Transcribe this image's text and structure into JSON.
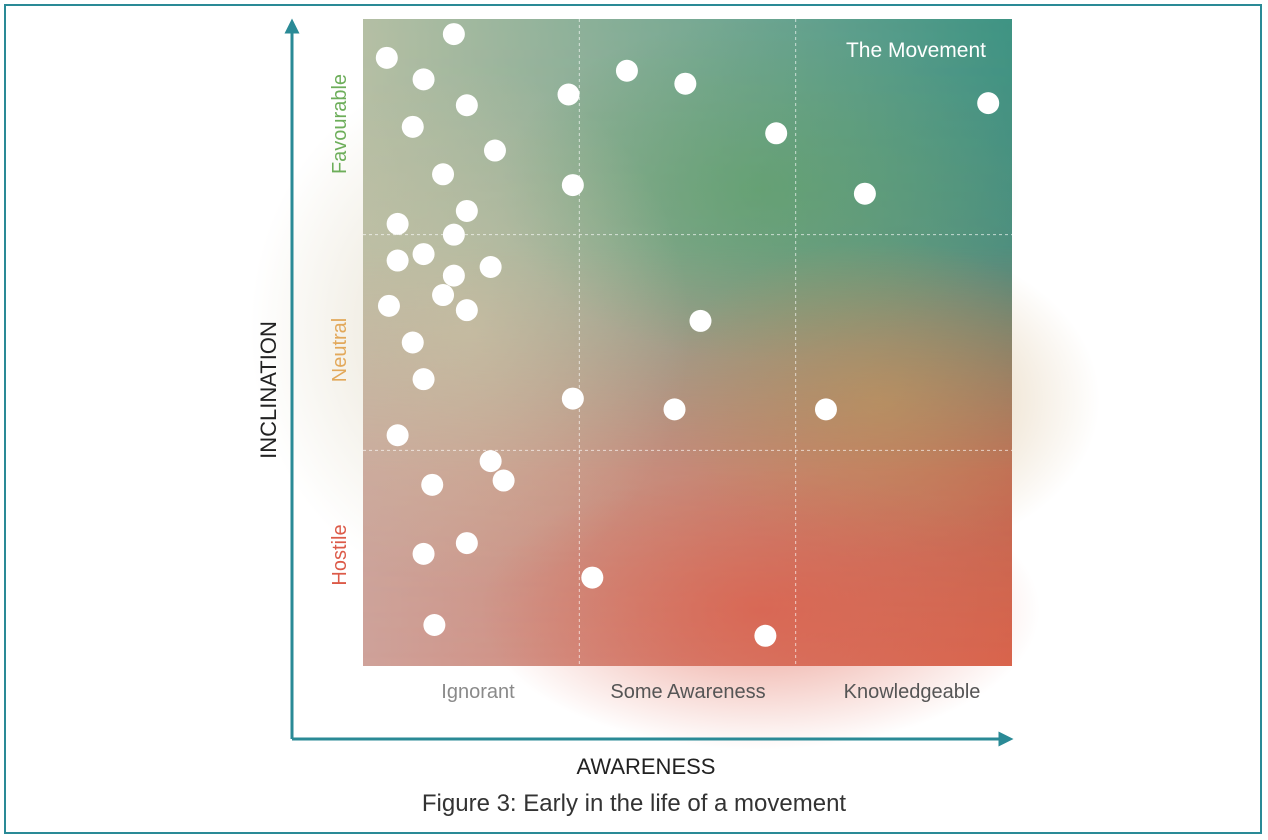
{
  "colors": {
    "frame": "#2a8a96",
    "axis": "#2a8a96",
    "favourable": "#6dae5a",
    "neutral": "#e2a85a",
    "hostile": "#dc5a48",
    "point": "#ffffff",
    "corner_top_right": "#3e9484",
    "corner_top_left": "#b4bfa4",
    "corner_bottom_left": "#cfa29a",
    "corner_bottom_right": "#d9644c"
  },
  "caption": "Figure 3: Early in the life of a movement",
  "chart_data": {
    "type": "scatter",
    "xlabel": "AWARENESS",
    "ylabel": "INCLINATION",
    "xlim": [
      0,
      3
    ],
    "ylim": [
      0,
      3
    ],
    "grid": true,
    "x_categories": [
      "Ignorant",
      "Some Awareness",
      "Knowledgeable"
    ],
    "y_categories": [
      "Hostile",
      "Neutral",
      "Favourable"
    ],
    "annotations": [
      {
        "text": "The Movement",
        "region": "top-right"
      }
    ],
    "points": [
      {
        "x": 0.42,
        "y": 2.93
      },
      {
        "x": 0.11,
        "y": 2.82
      },
      {
        "x": 0.28,
        "y": 2.72
      },
      {
        "x": 0.48,
        "y": 2.6
      },
      {
        "x": 0.23,
        "y": 2.5
      },
      {
        "x": 0.61,
        "y": 2.39
      },
      {
        "x": 0.37,
        "y": 2.28
      },
      {
        "x": 0.48,
        "y": 2.11
      },
      {
        "x": 0.16,
        "y": 2.05
      },
      {
        "x": 0.42,
        "y": 2.0
      },
      {
        "x": 0.28,
        "y": 1.91
      },
      {
        "x": 0.16,
        "y": 1.88
      },
      {
        "x": 0.59,
        "y": 1.85
      },
      {
        "x": 0.42,
        "y": 1.81
      },
      {
        "x": 0.37,
        "y": 1.72
      },
      {
        "x": 0.12,
        "y": 1.67
      },
      {
        "x": 0.48,
        "y": 1.65
      },
      {
        "x": 0.23,
        "y": 1.5
      },
      {
        "x": 0.28,
        "y": 1.33
      },
      {
        "x": 0.16,
        "y": 1.07
      },
      {
        "x": 0.59,
        "y": 0.95
      },
      {
        "x": 0.65,
        "y": 0.86
      },
      {
        "x": 0.32,
        "y": 0.84
      },
      {
        "x": 0.48,
        "y": 0.57
      },
      {
        "x": 0.28,
        "y": 0.52
      },
      {
        "x": 0.33,
        "y": 0.19
      },
      {
        "x": 0.95,
        "y": 2.65
      },
      {
        "x": 1.22,
        "y": 2.76
      },
      {
        "x": 1.49,
        "y": 2.7
      },
      {
        "x": 0.97,
        "y": 2.23
      },
      {
        "x": 1.56,
        "y": 1.6
      },
      {
        "x": 0.97,
        "y": 1.24
      },
      {
        "x": 1.44,
        "y": 1.19
      },
      {
        "x": 1.06,
        "y": 0.41
      },
      {
        "x": 1.91,
        "y": 2.47
      },
      {
        "x": 2.32,
        "y": 2.19
      },
      {
        "x": 2.14,
        "y": 1.19
      },
      {
        "x": 1.86,
        "y": 0.14
      },
      {
        "x": 2.89,
        "y": 2.61
      }
    ]
  }
}
